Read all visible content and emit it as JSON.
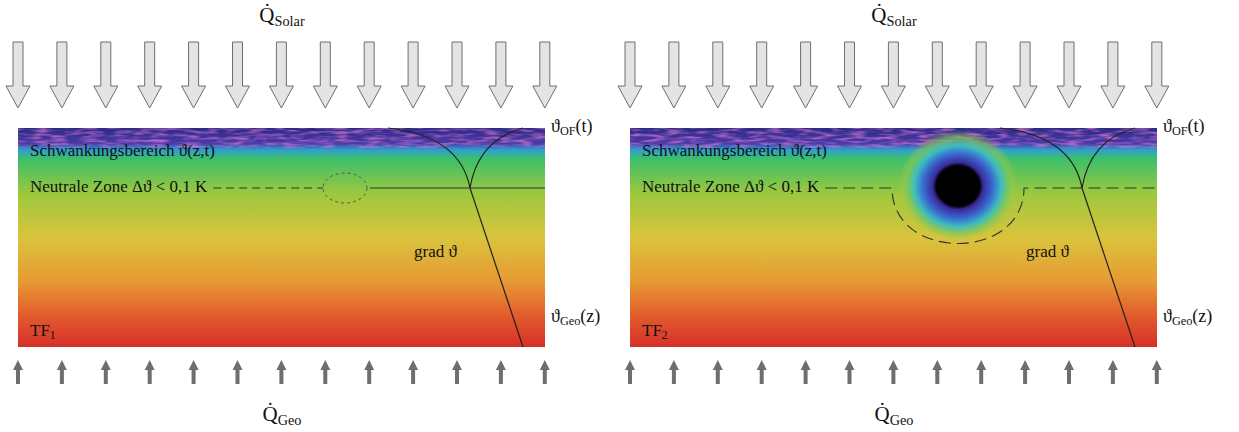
{
  "diagram": {
    "labels": [
      "Q̇",
      "Solar",
      "Schwankungsbereich ϑ(z,t)",
      "Neutrale Zone Δϑ < 0,1 K",
      "ϑ",
      "OF",
      "(t)",
      "grad ϑ",
      "ϑ",
      "Geo",
      "(z)",
      "TF",
      "1",
      "Q̇",
      "Geo",
      "Q̇",
      "Solar",
      "Schwankungsbereich ϑ(z,t)",
      "Neutrale Zone Δϑ < 0,1 K",
      "ϑ",
      "OF",
      "(t)",
      "grad ϑ",
      "ϑ",
      "Geo",
      "(z)",
      "TF",
      "2",
      "Q̇",
      "Geo"
    ]
  }
}
